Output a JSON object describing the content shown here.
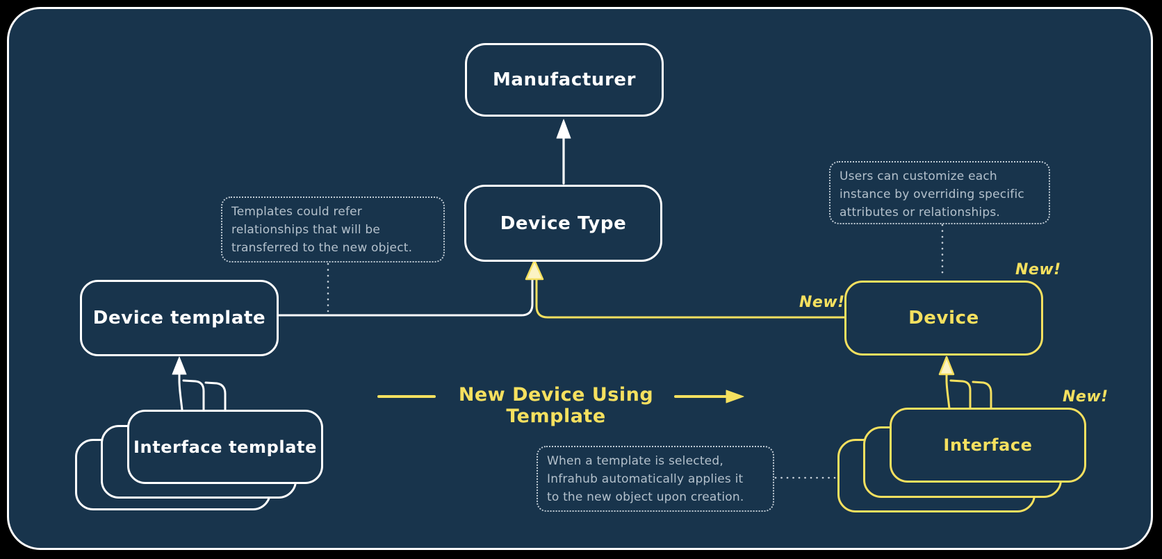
{
  "canvas": {
    "outer_bg": "#000000",
    "bg": "#18344C",
    "stroke_white": "#FFFFFF",
    "accent_yellow": "#F5E05F",
    "note_text_color": "#B4C1CC"
  },
  "nodes": {
    "manufacturer": {
      "label": "Manufacturer"
    },
    "device_type": {
      "label": "Device Type"
    },
    "device_template": {
      "label": "Device template"
    },
    "interface_template": {
      "label": "Interface template"
    },
    "device": {
      "label": "Device"
    },
    "interface": {
      "label": "Interface"
    }
  },
  "badges": {
    "line_new": "New!",
    "device_new": "New!",
    "interface_new": "New!"
  },
  "flow": {
    "label": "New Device Using Template"
  },
  "notes": {
    "templates": {
      "lines": [
        "Templates could refer",
        "relationships that will be",
        "transferred to the new object."
      ]
    },
    "customize": {
      "lines": [
        "Users can customize each",
        "instance by overriding specific",
        "attributes or relationships."
      ]
    },
    "apply": {
      "lines": [
        "When a template is selected,",
        "Infrahub automatically applies it",
        "to the new object upon creation."
      ]
    }
  }
}
